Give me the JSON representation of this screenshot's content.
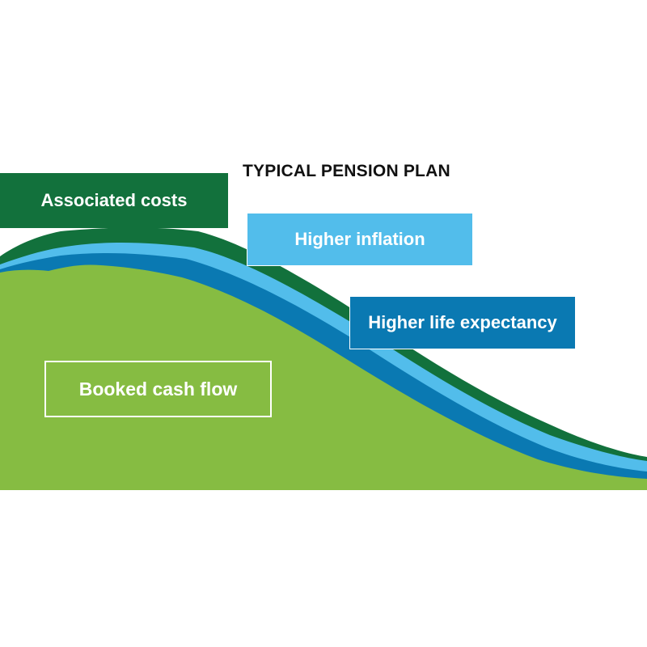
{
  "title": "TYPICAL PENSION PLAN",
  "labels": {
    "associated_costs": "Associated costs",
    "higher_inflation": "Higher inflation",
    "higher_life_expectancy": "Higher life expectancy",
    "booked_cash_flow": "Booked cash flow"
  },
  "colors": {
    "associated_costs": "#12713c",
    "higher_inflation": "#52bdeb",
    "higher_life_expectancy": "#0a79b2",
    "booked_cash_flow": "#86bc42"
  }
}
